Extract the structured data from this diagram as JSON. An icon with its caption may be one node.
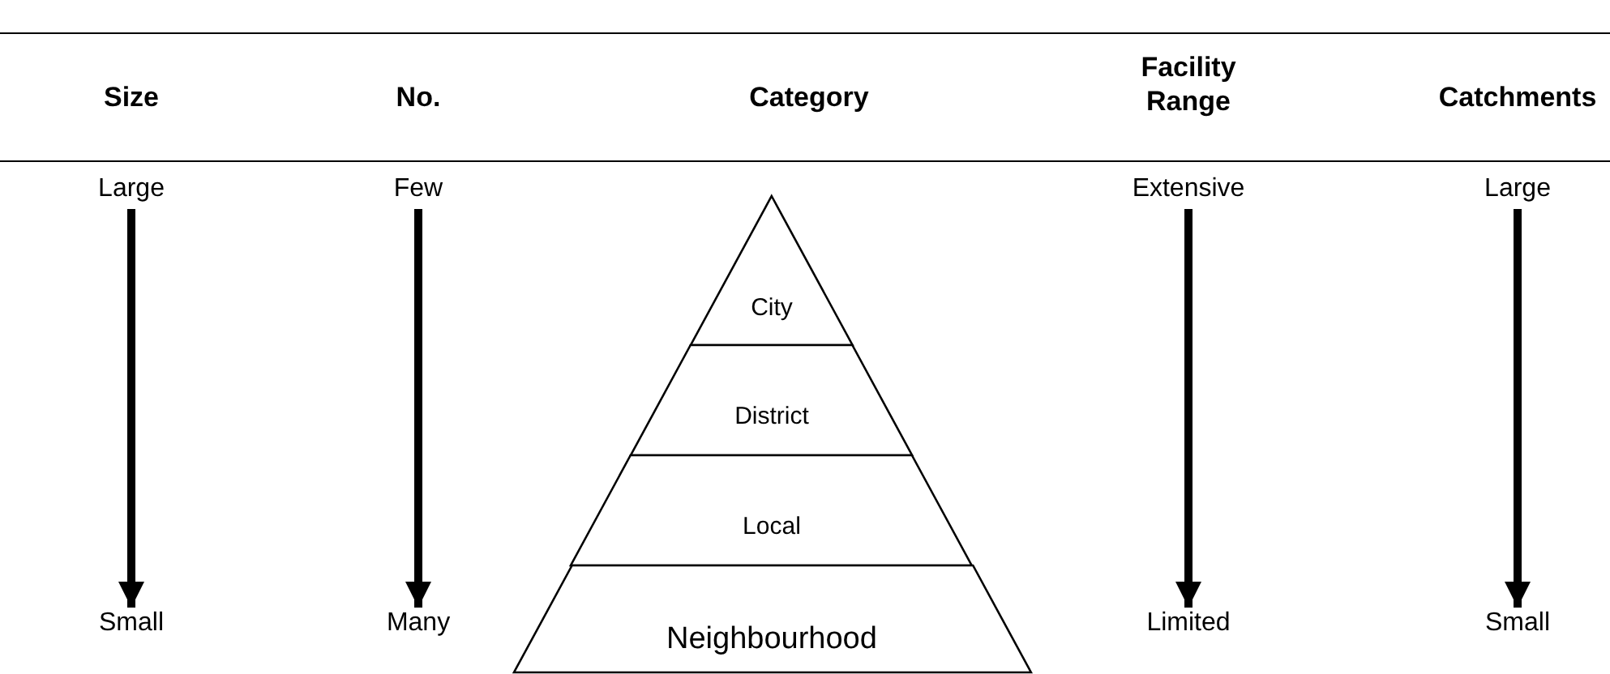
{
  "diagram": {
    "nodes": [
      {
        "text": [
          "Large"
        ]
      },
      {
        "text": [
          "Small"
        ]
      },
      {
        "text": [
          "Few"
        ]
      },
      {
        "text": [
          "Many"
        ]
      },
      {
        "text": [
          "City"
        ]
      },
      {
        "text": [
          "District"
        ]
      },
      {
        "text": [
          "Local"
        ]
      },
      {
        "text": [
          "Neighbourhood"
        ]
      },
      {
        "text": [
          "Extensive"
        ]
      },
      {
        "text": [
          "Limited"
        ]
      },
      {
        "text": [
          "Large"
        ]
      },
      {
        "text": [
          "Small"
        ]
      }
    ],
    "edges": [
      {
        "from": 0,
        "to": 1,
        "arrow": "to"
      },
      {
        "from": 2,
        "to": 3,
        "arrow": "to"
      },
      {
        "from": 8,
        "to": 9,
        "arrow": "to"
      },
      {
        "from": 10,
        "to": 11,
        "arrow": "to"
      }
    ],
    "labels": [
      "Size",
      "No.",
      "Category",
      "Facility Range",
      "Catchments"
    ]
  }
}
